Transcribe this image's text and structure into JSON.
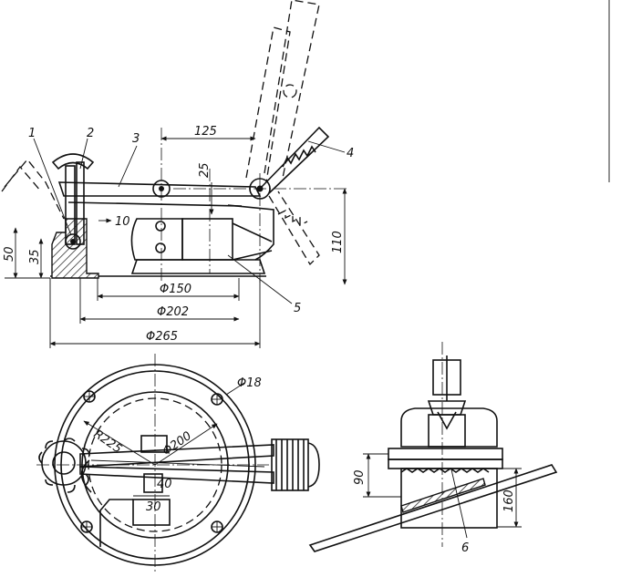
{
  "labels": {
    "callout_1": "1",
    "callout_2": "2",
    "callout_3": "3",
    "callout_4": "4",
    "callout_5": "5",
    "callout_6": "6"
  },
  "dimensions": {
    "top_125": "125",
    "top_25": "25",
    "top_10": "10",
    "top_110": "110",
    "top_50": "50",
    "top_35": "35",
    "dia_150": "Φ150",
    "dia_202": "Φ202",
    "dia_265": "Φ265",
    "plan_dia_18": "Φ18",
    "plan_r225": "R225",
    "plan_dia_200": "Φ200",
    "plan_40": "40",
    "plan_30": "30",
    "side_90": "90",
    "side_160": "160"
  }
}
